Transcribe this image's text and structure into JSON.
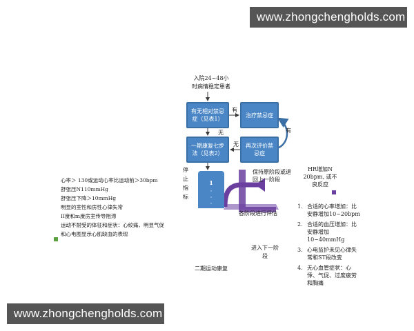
{
  "watermark": "www.zhongchengholds.com",
  "flow": {
    "start": "入院24~48小时病情稳定患者",
    "box1": "有无相对禁忌症（见表1）",
    "box2": "治疗禁忌症",
    "box3": "一期康复七步法（见表2）",
    "box4": "再次评价禁忌症",
    "edge_you_1": "有",
    "edge_wu_1": "无",
    "edge_wu_2": "无",
    "edge_you_2": "有"
  },
  "stage": {
    "stop": "停止指标",
    "pillar_number": "1",
    "pillar_dots": "·\n·\n·",
    "keep_back": "保持原阶段或退回上一阶段",
    "advance_eval": "各阶段进行评估",
    "advance_next": "进入下一阶段",
    "phase2": "二期运动康复"
  },
  "criteria": {
    "heading": "HR增加N 20bpm, 或不良反应",
    "items": [
      {
        "num": "1.",
        "text": "合适的心率增加：比安静增加10~20bpm"
      },
      {
        "num": "2.",
        "text": "合适的血压增加：比安静增加10~40mmHg"
      },
      {
        "num": "3.",
        "text": "心电监护未见心律失常和ST段改变"
      },
      {
        "num": "4.",
        "text": "无心血管症状：心悸、气促、过度疲劳 和胸痛"
      }
    ]
  },
  "stop_criteria": [
    "心率＞ 130或运动心率比运动前＞30bpm",
    "舒张压N110mmHg",
    "舒张压下降＞10mmHg",
    "明显的室性和房性心律失常",
    "II度和m度房室传导阻滞",
    "运动不耐受的体征和症状：心绞痛、明显气促",
    "和心电图显示心肌缺血的表现"
  ],
  "colors": {
    "box_fill": "#4a86c5",
    "arrow_purple": "#6a3fa0",
    "watermark_bg": "#555555"
  }
}
